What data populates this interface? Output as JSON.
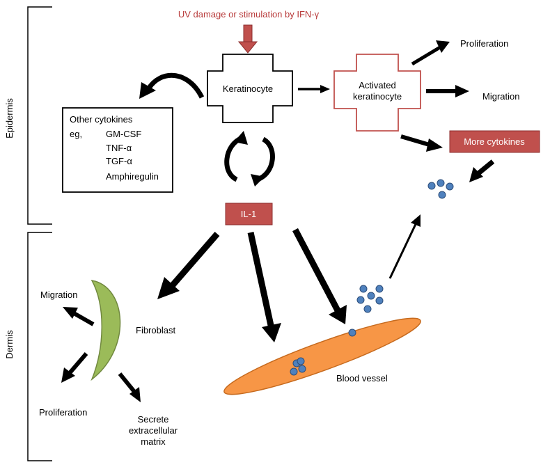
{
  "side_labels": {
    "epidermis": "Epidermis",
    "dermis": "Dermis"
  },
  "trigger": "UV damage or stimulation by IFN-γ",
  "keratinocyte": "Keratinocyte",
  "activated": {
    "line1": "Activated",
    "line2": "keratinocyte"
  },
  "outputs": {
    "proliferation": "Proliferation",
    "migration": "Migration"
  },
  "more_cytokines": "More cytokines",
  "other_cytokines": {
    "title": "Other cytokines",
    "eg": "eg,",
    "items": [
      "GM-CSF",
      "TNF-α",
      "TGF-α",
      "Amphiregulin"
    ]
  },
  "il1": "IL-1",
  "fibroblast": {
    "label": "Fibroblast",
    "migration": "Migration",
    "proliferation": "Proliferation",
    "secrete": [
      "Secrete",
      "extracellular",
      "matrix"
    ]
  },
  "blood_vessel": "Blood vessel",
  "colors": {
    "trigger_red": "#b83a3a",
    "box_red": "#c0504d",
    "fibroblast_green": "#9bbb59",
    "vessel_orange": "#f79646",
    "cell_blue": "#4f81bd"
  }
}
